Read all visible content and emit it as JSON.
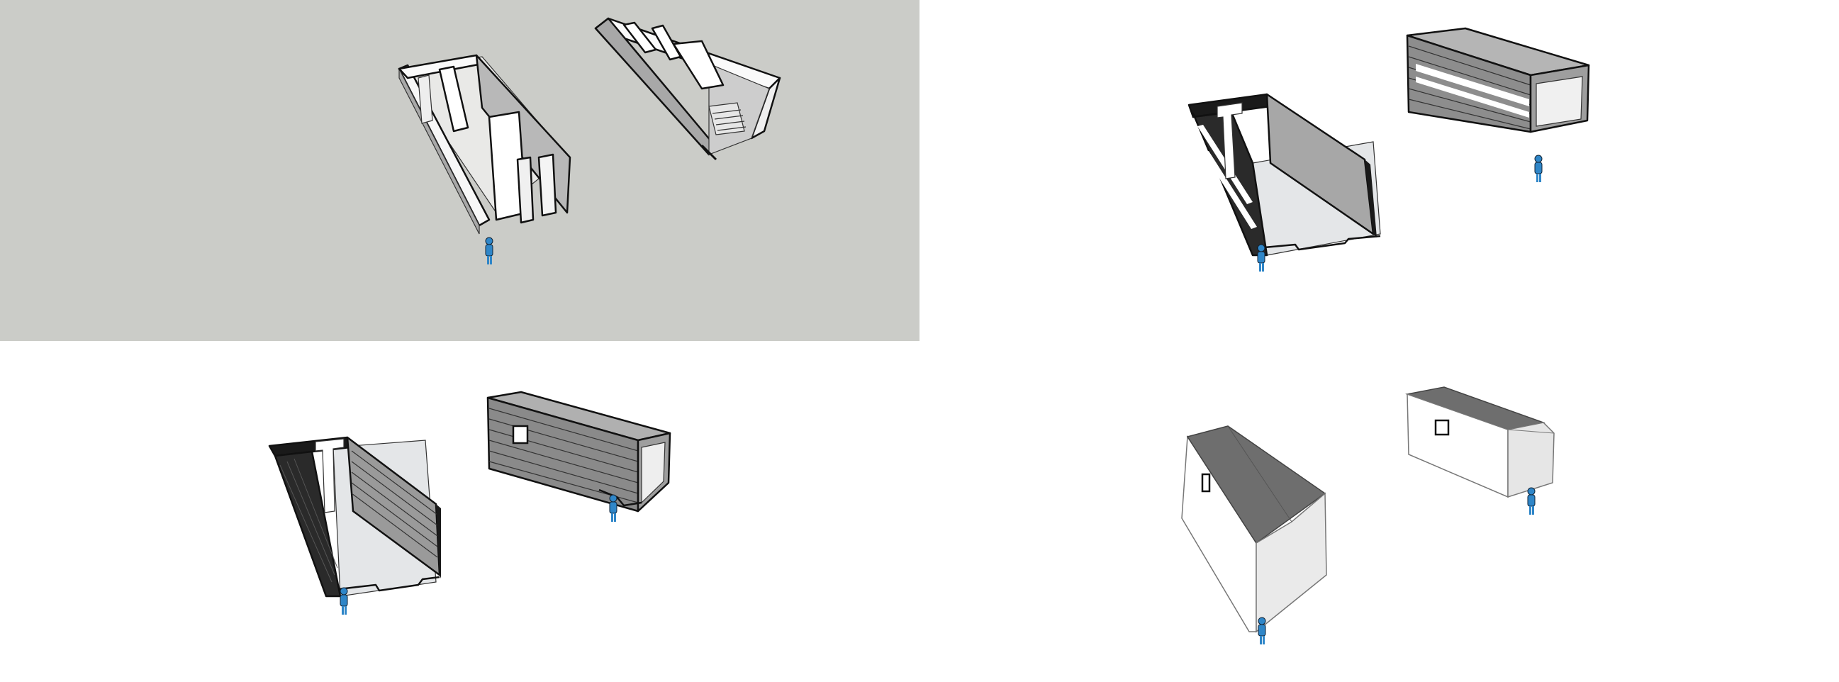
{
  "viewports": [
    {
      "id": "viewport-1",
      "style": "interior-walls",
      "background": "#cbccc8"
    },
    {
      "id": "viewport-2",
      "style": "dark-interior-striped",
      "background": "#ffffff"
    },
    {
      "id": "viewport-3",
      "style": "siding-open-end",
      "background": "#ffffff"
    },
    {
      "id": "viewport-4",
      "style": "gable-roof-closed",
      "background": "#ffffff"
    }
  ],
  "colors": {
    "scale_figure": "#2f86c8",
    "wall_light": "#f2f2f2",
    "wall_mid": "#a6a6a6",
    "wall_dark": "#2a2a2a",
    "roof": "#6e6e6e",
    "floor": "#e4e6e8"
  },
  "icons": [
    "scale-figure-icon",
    "window-icon"
  ]
}
